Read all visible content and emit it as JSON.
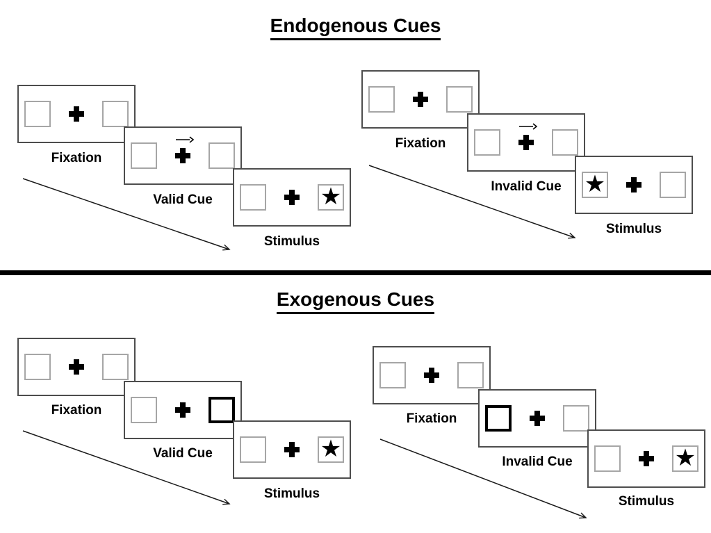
{
  "sections": [
    {
      "title": "Endogenous Cues",
      "sequences": [
        {
          "name": "valid",
          "panels": [
            {
              "label": "Fixation",
              "left_box": "empty",
              "cue_arrow": false,
              "right_box": "empty"
            },
            {
              "label": "Valid Cue",
              "left_box": "empty",
              "cue_arrow": true,
              "right_box": "empty"
            },
            {
              "label": "Stimulus",
              "left_box": "empty",
              "cue_arrow": false,
              "right_box": "star"
            }
          ]
        },
        {
          "name": "invalid",
          "panels": [
            {
              "label": "Fixation",
              "left_box": "empty",
              "cue_arrow": false,
              "right_box": "empty"
            },
            {
              "label": "Invalid Cue",
              "left_box": "empty",
              "cue_arrow": true,
              "right_box": "empty"
            },
            {
              "label": "Stimulus",
              "left_box": "star",
              "cue_arrow": false,
              "right_box": "empty"
            }
          ]
        }
      ]
    },
    {
      "title": "Exogenous Cues",
      "sequences": [
        {
          "name": "valid",
          "panels": [
            {
              "label": "Fixation",
              "left_box": "empty",
              "cue_arrow": false,
              "right_box": "empty"
            },
            {
              "label": "Valid Cue",
              "left_box": "empty",
              "cue_arrow": false,
              "right_box": "thick"
            },
            {
              "label": "Stimulus",
              "left_box": "empty",
              "cue_arrow": false,
              "right_box": "star"
            }
          ]
        },
        {
          "name": "invalid",
          "panels": [
            {
              "label": "Fixation",
              "left_box": "empty",
              "cue_arrow": false,
              "right_box": "empty"
            },
            {
              "label": "Invalid Cue",
              "left_box": "thick",
              "cue_arrow": false,
              "right_box": "empty"
            },
            {
              "label": "Stimulus",
              "left_box": "empty",
              "cue_arrow": false,
              "right_box": "star"
            }
          ]
        }
      ]
    }
  ],
  "glyphs": {
    "star": "★"
  },
  "icons": {
    "fixation_cross": "plus-icon",
    "cue_arrow": "right-arrow-icon",
    "stimulus_star": "star-icon",
    "timeline": "diagonal-arrow-icon"
  },
  "colors": {
    "background": "#ffffff",
    "ink": "#000000",
    "panel_border": "#4d4d4d",
    "box_border": "#a6a6a6"
  }
}
